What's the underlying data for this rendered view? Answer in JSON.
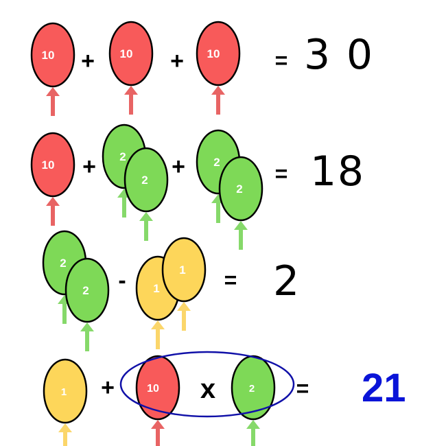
{
  "colors": {
    "red": "#f85a5a",
    "green": "#7ed957",
    "yellow": "#fdd65a",
    "red_string": "#e86464",
    "green_string": "#86d96a",
    "yellow_string": "#fbd66a",
    "outline": "#000000",
    "highlight": "#1010a8",
    "answer": "#0a14d8"
  },
  "rows": [
    {
      "balloons": [
        {
          "value": "10",
          "color": "red"
        },
        {
          "value": "10",
          "color": "red"
        },
        {
          "value": "10",
          "color": "red"
        }
      ],
      "operators": [
        "+",
        "+"
      ],
      "equals": "=",
      "result": "30"
    },
    {
      "balloons": [
        {
          "value": "10",
          "color": "red"
        },
        {
          "value": "2",
          "color": "green"
        },
        {
          "value": "2",
          "color": "green"
        },
        {
          "value": "2",
          "color": "green"
        },
        {
          "value": "2",
          "color": "green"
        }
      ],
      "operators": [
        "+",
        "+"
      ],
      "equals": "=",
      "result": "18"
    },
    {
      "balloons": [
        {
          "value": "2",
          "color": "green"
        },
        {
          "value": "2",
          "color": "green"
        },
        {
          "value": "1",
          "color": "yellow"
        },
        {
          "value": "1",
          "color": "yellow"
        }
      ],
      "operators": [
        "-"
      ],
      "equals": "=",
      "result": "2"
    },
    {
      "balloons": [
        {
          "value": "1",
          "color": "yellow"
        },
        {
          "value": "10",
          "color": "red"
        },
        {
          "value": "2",
          "color": "green"
        }
      ],
      "operators": [
        "+",
        "x"
      ],
      "equals": "=",
      "result": "21",
      "result_color": "answer"
    }
  ]
}
